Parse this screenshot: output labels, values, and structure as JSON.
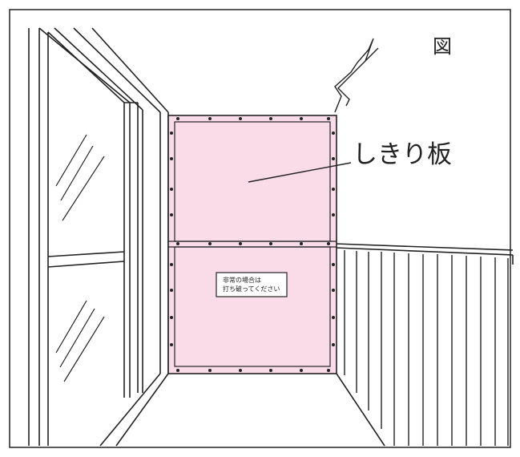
{
  "figure_label": "図",
  "callout_label": "しきり板",
  "notice": {
    "line1": "非常の場合は",
    "line2": "打ち破ってください"
  },
  "colors": {
    "panel_fill": "#f9dce8",
    "line": "#222222",
    "background": "#ffffff"
  }
}
